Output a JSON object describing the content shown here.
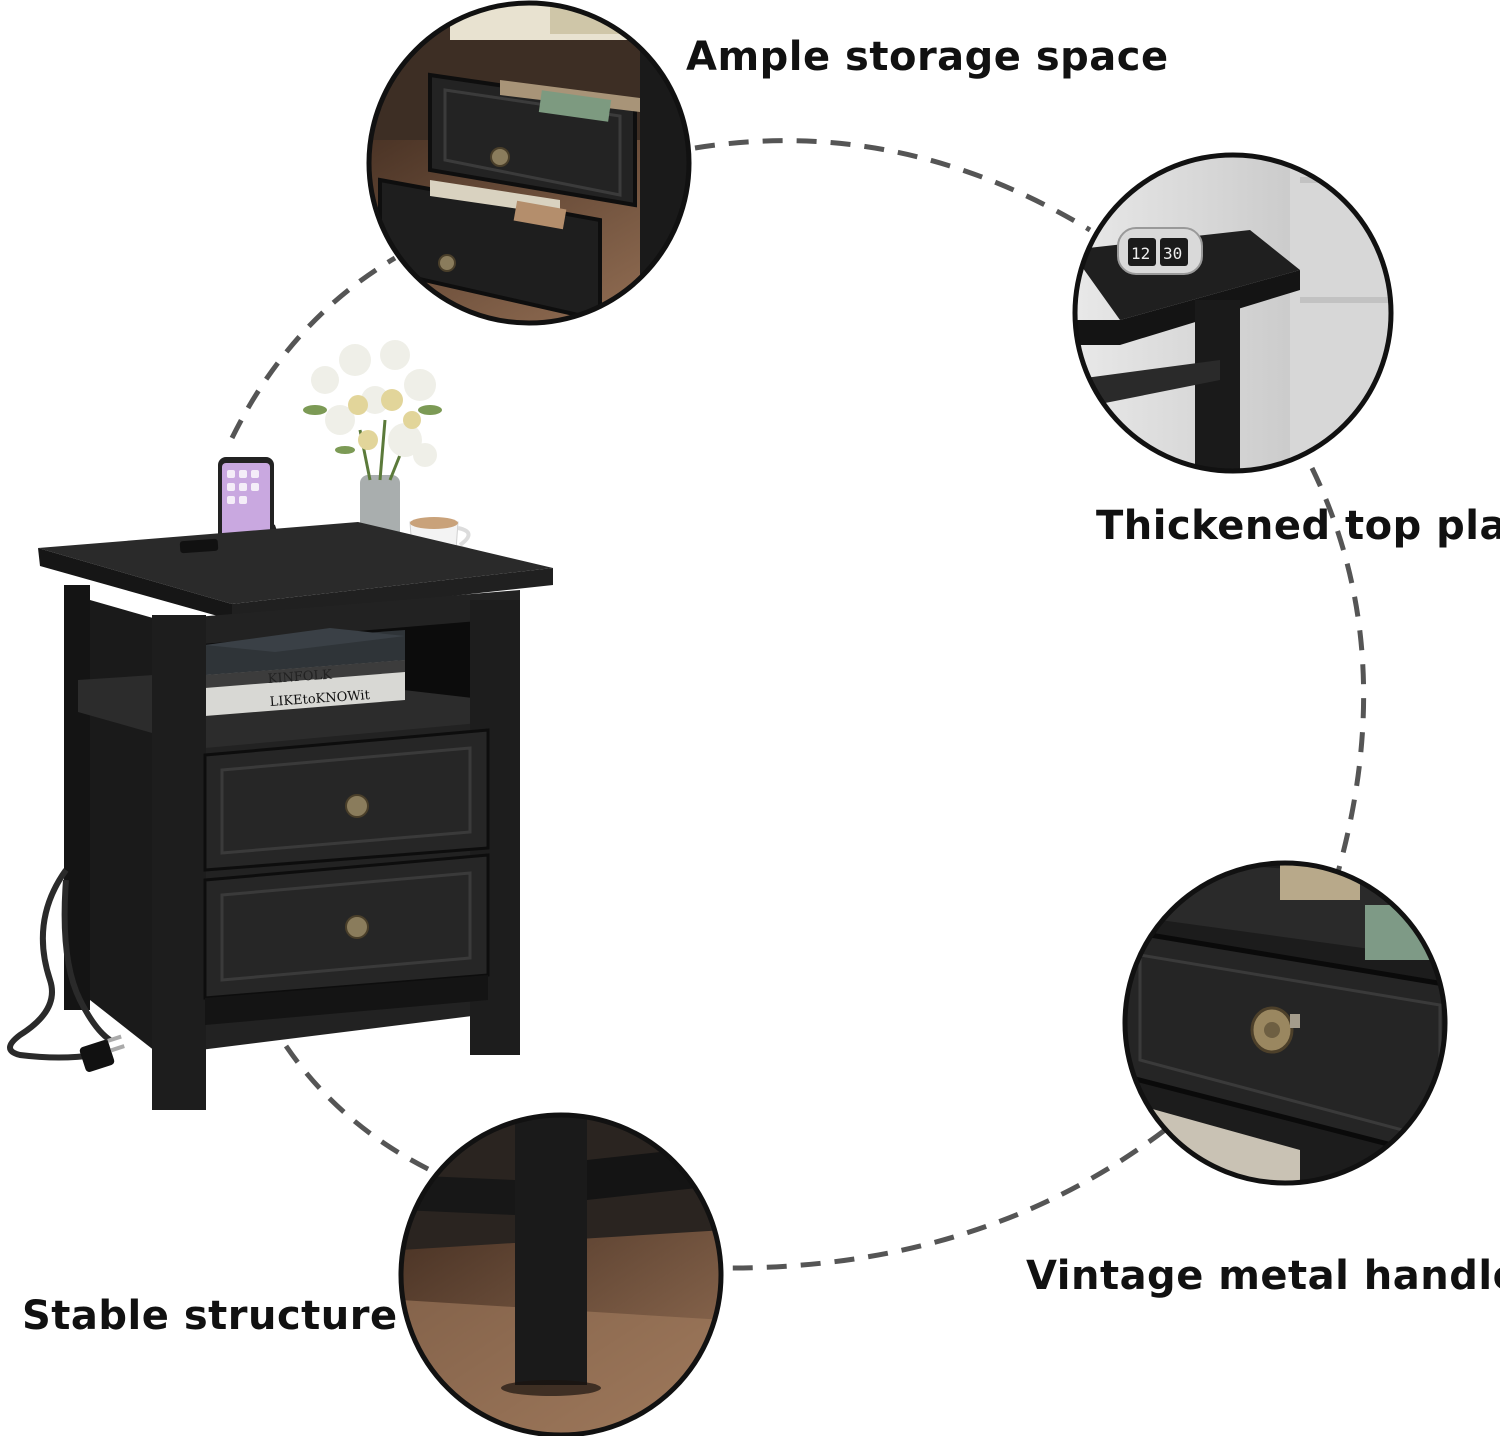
{
  "features": {
    "storage": "Ample storage space",
    "top_plate": "Thickened top plate",
    "handles": "Vintage metal handles",
    "structure": "Stable structure"
  },
  "product_books": {
    "book_1": "KINFOLK",
    "book_2": "LIKEtoKNOWit"
  },
  "phone_clock": {
    "digits_left": "12",
    "digits_right": "30"
  },
  "colors": {
    "furniture": "#1b1b1b",
    "dashed_path": "#555555",
    "circle_border": "#111111",
    "floor": "#6b4a35",
    "label_text": "#111111"
  }
}
